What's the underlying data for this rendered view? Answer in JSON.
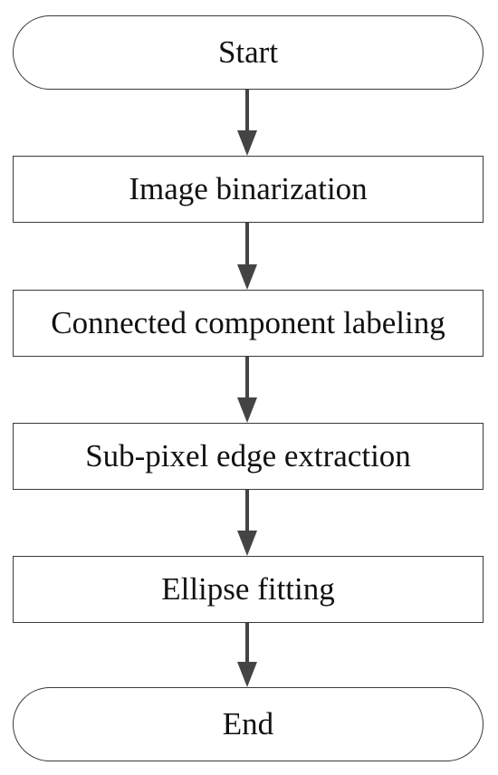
{
  "flowchart": {
    "start": "Start",
    "steps": [
      "Image binarization",
      "Connected component labeling",
      "Sub-pixel edge extraction",
      "Ellipse fitting"
    ],
    "end": "End"
  },
  "colors": {
    "line": "#3a3a3a",
    "arrow": "#444444",
    "text": "#111111",
    "background": "#ffffff"
  }
}
